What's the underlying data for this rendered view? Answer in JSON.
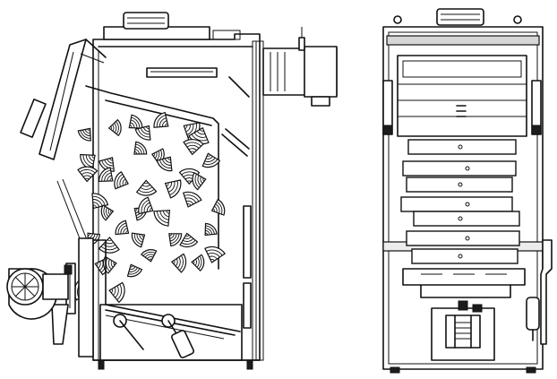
{
  "drawing": {
    "colors": {
      "line": "#111111",
      "shade": "#d6d6d6",
      "light": "#ececec",
      "paper": "#ffffff"
    },
    "views": [
      "side-section-view",
      "front-view"
    ],
    "wood_log_count": 44
  }
}
